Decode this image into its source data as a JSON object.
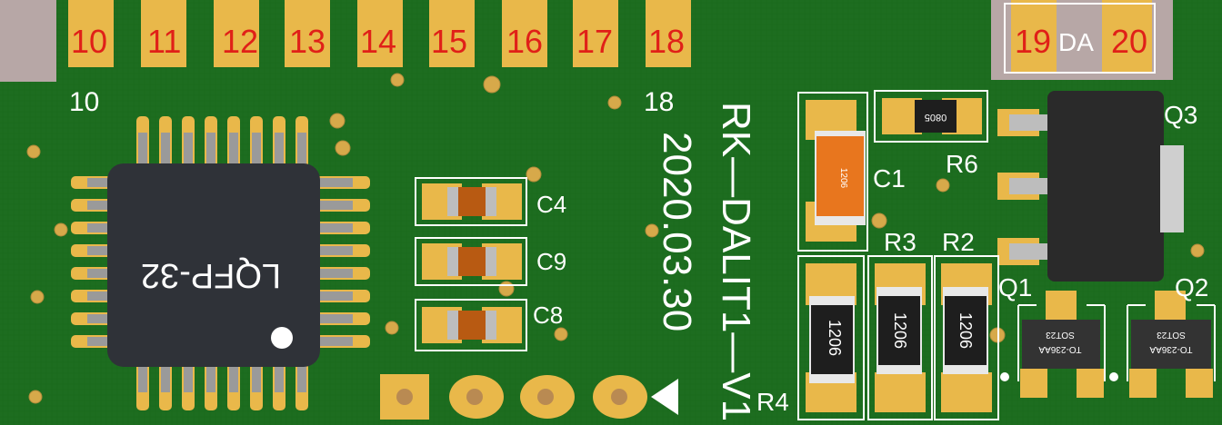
{
  "colors": {
    "background": "#b7a7a6",
    "board": "#1d6d20",
    "pad_gold": "#e9b84a",
    "pad_number_red": "#e02018",
    "silkscreen": "#ffffff",
    "chip_body": "#2f3238",
    "capacitor_orange": "#e8761e",
    "cap_body_brown": "#b85a12"
  },
  "edge_pads": [
    {
      "label": "10"
    },
    {
      "label": "11"
    },
    {
      "label": "12"
    },
    {
      "label": "13"
    },
    {
      "label": "14"
    },
    {
      "label": "15"
    },
    {
      "label": "16"
    },
    {
      "label": "17"
    },
    {
      "label": "18"
    },
    {
      "label": "19"
    },
    {
      "label": "20"
    }
  ],
  "silk": {
    "pin_start": "10",
    "pin_end": "18",
    "da": "DA",
    "board_name": "RK—DALIT1—V1",
    "date": "2020.03.30"
  },
  "ic": {
    "package": "LQFP-32"
  },
  "components": {
    "c4": "C4",
    "c9": "C9",
    "c8": "C8",
    "c1": "C1",
    "r6": "R6",
    "r3": "R3",
    "r2": "R2",
    "r4": "R4",
    "q1": "Q1",
    "q2": "Q2",
    "q3": "Q3"
  },
  "markings": {
    "r6_body": "0805",
    "c1_body": "1206",
    "r4_body": "1206",
    "r3_body": "1206",
    "r2_body": "1206",
    "q1_line1": "SOT23",
    "q1_line2": "TO-236AA",
    "q2_line1": "SOT23",
    "q2_line2": "TO-236AA"
  }
}
